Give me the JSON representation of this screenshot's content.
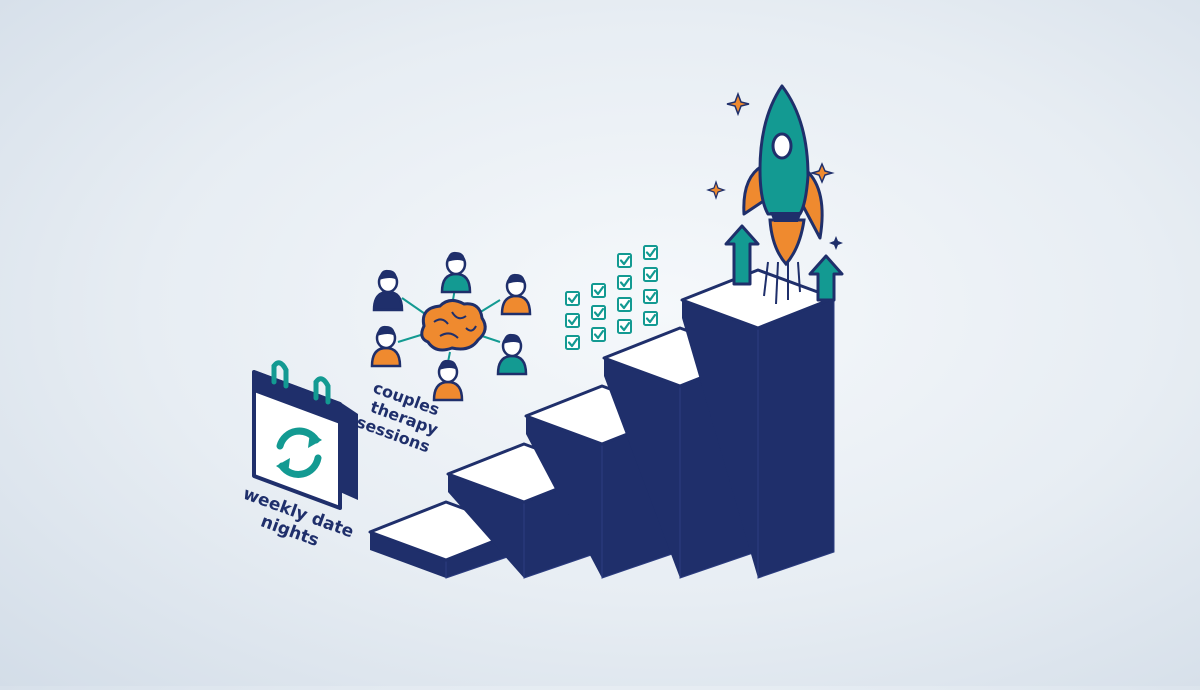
{
  "labels": {
    "date_nights": [
      "weekly date",
      "nights"
    ],
    "therapy": [
      "couples",
      "therapy",
      "sessions"
    ]
  },
  "steps": [
    {
      "name": "step-1"
    },
    {
      "name": "step-2"
    },
    {
      "name": "step-3"
    },
    {
      "name": "step-4"
    },
    {
      "name": "step-5"
    }
  ],
  "checklist": {
    "rows": 4,
    "cols": 4,
    "first_row_count": 2
  },
  "colors": {
    "navy": "#1f2f6b",
    "teal": "#139a92",
    "orange": "#ef8a2f",
    "white": "#ffffff",
    "skin": "#ffffff"
  }
}
